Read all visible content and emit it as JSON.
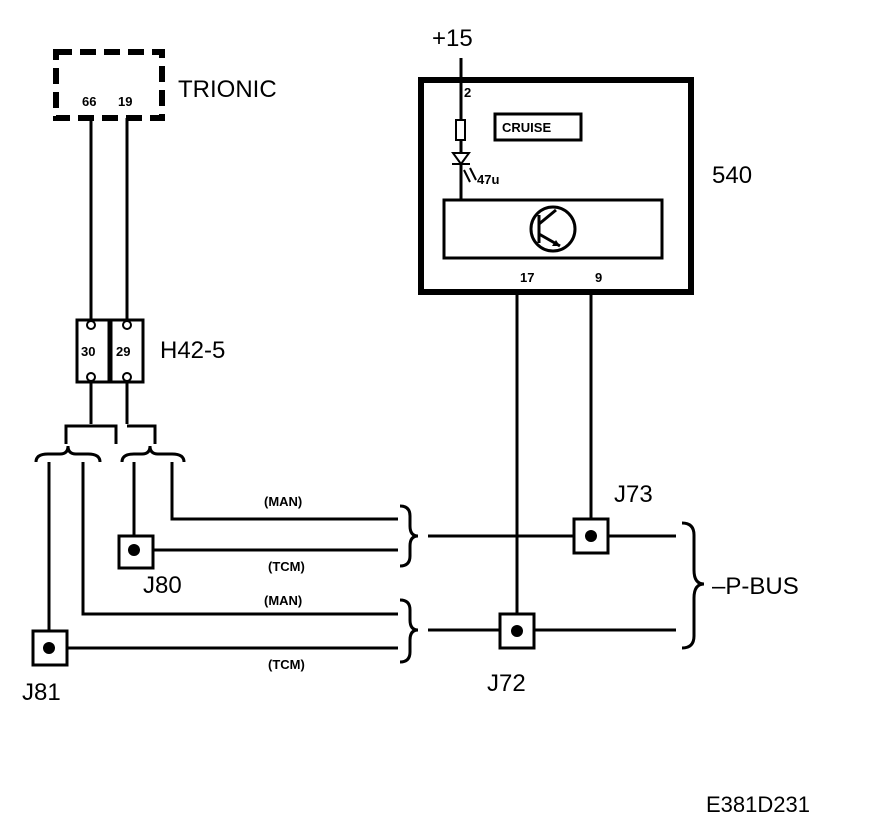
{
  "supply": "+15",
  "ecu": {
    "name": "TRIONIC",
    "pin_a": "66",
    "pin_b": "19"
  },
  "connector": {
    "name": "H42-5",
    "pin_a": "30",
    "pin_b": "29"
  },
  "module": {
    "id": "540",
    "label": "CRUISE",
    "pin_top": "2",
    "diode": "47u",
    "pin_left": "17",
    "pin_right": "9"
  },
  "junctions": {
    "j72": "J72",
    "j73": "J73",
    "j80": "J80",
    "j81": "J81"
  },
  "wires": {
    "man1": "(MAN)",
    "tcm1": "(TCM)",
    "man2": "(MAN)",
    "tcm2": "(TCM)"
  },
  "bus": "–P-BUS",
  "figure_id": "E381D231"
}
